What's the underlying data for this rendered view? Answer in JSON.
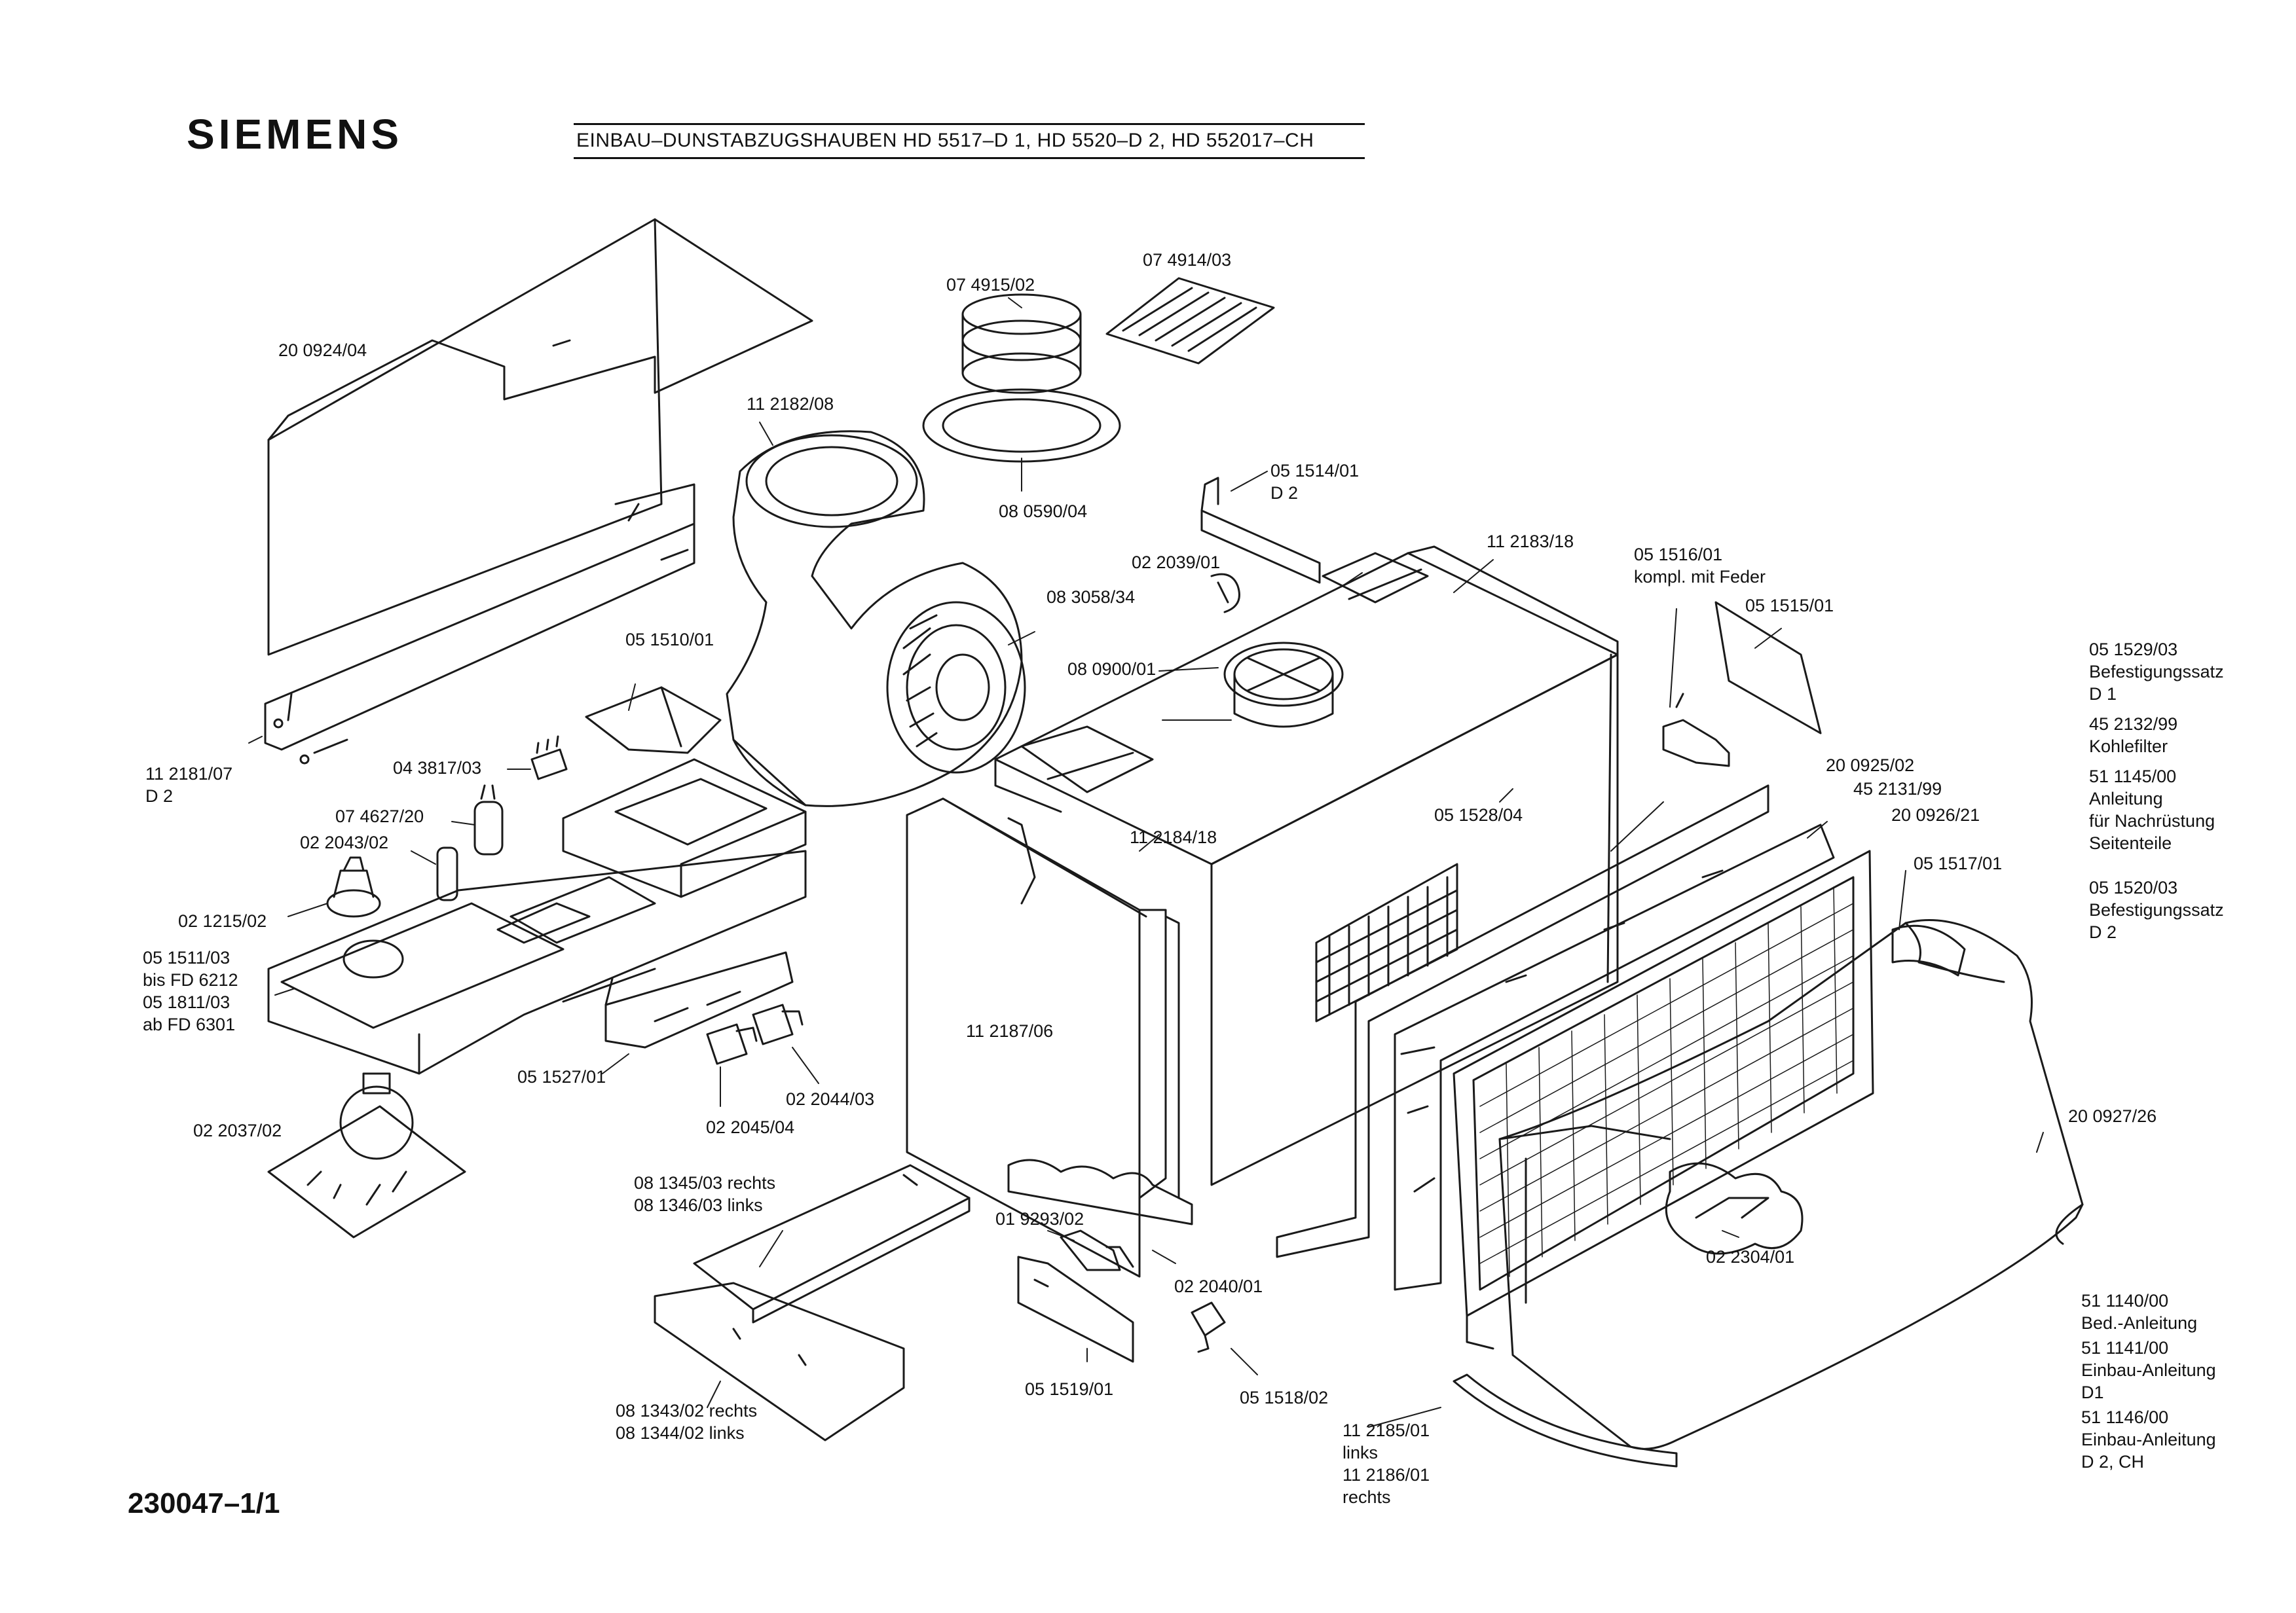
{
  "header": {
    "brand": "SIEMENS",
    "title": "EINBAU–DUNSTABZUGSHAUBEN HD 5517–D 1, HD 5520–D 2, HD 552017–CH"
  },
  "footer": {
    "doc_number": "230047–1/1"
  },
  "parts": {
    "p200924": "20 0924/04",
    "p112182": "11 2182/08",
    "p074915": "07 4915/02",
    "p074914": "07 4914/03",
    "p080590": "08 0590/04",
    "p051514": "05 1514/01",
    "p051514_v": "D 2",
    "p022039": "02 2039/01",
    "p083058": "08 3058/34",
    "p112183": "11 2183/18",
    "p051516": "05 1516/01",
    "p051516_n": "kompl. mit Feder",
    "p051515": "05 1515/01",
    "p051510": "05 1510/01",
    "p080900": "08 0900/01",
    "p112181": "11 2181/07",
    "p112181_v": "D 2",
    "p043817": "04 3817/03",
    "p074627": "07 4627/20",
    "p022043": "02 2043/02",
    "p021215": "02 1215/02",
    "p051511": "05 1511/03",
    "p051511_n": "bis FD 6212",
    "p051811": "05 1811/03",
    "p051811_n": "ab FD 6301",
    "p051527": "05 1527/01",
    "p022044": "02 2044/03",
    "p022045": "02 2045/04",
    "p022037": "02 2037/02",
    "p112184": "11 2184/18",
    "p051528": "05 1528/04",
    "p200925": "20 0925/02",
    "p452131": "45 2131/99",
    "p200926": "20 0926/21",
    "p051517": "05 1517/01",
    "p112187": "11 2187/06",
    "p081345": "08 1345/03  rechts",
    "p081346": "08 1346/03  links",
    "p019293": "01 9293/02",
    "p022040": "02 2040/01",
    "p051519": "05 1519/01",
    "p051518": "05 1518/02",
    "p081343": "08 1343/02  rechts",
    "p081344": "08 1344/02  links",
    "p112185": "11 2185/01",
    "p112185_n": "links",
    "p112186": "11 2186/01",
    "p112186_n": "rechts",
    "p022304": "02 2304/01",
    "p200927": "20 0927/26"
  },
  "side_list": [
    {
      "number": "05 1529/03",
      "lines": [
        "Befestigungssatz",
        "D 1"
      ]
    },
    {
      "number": "45 2132/99",
      "lines": [
        "Kohlefilter"
      ]
    },
    {
      "number": "51 1145/00",
      "lines": [
        "Anleitung",
        "für Nachrüstung",
        "Seitenteile"
      ]
    },
    {
      "number": "05 1520/03",
      "lines": [
        "Befestigungssatz",
        "D 2"
      ]
    }
  ],
  "docs_list": [
    {
      "number": "51 1140/00",
      "lines": [
        "Bed.-Anleitung"
      ]
    },
    {
      "number": "51 1141/00",
      "lines": [
        "Einbau-Anleitung",
        "D1"
      ]
    },
    {
      "number": "51 1146/00",
      "lines": [
        "Einbau-Anleitung",
        "D 2, CH"
      ]
    }
  ]
}
